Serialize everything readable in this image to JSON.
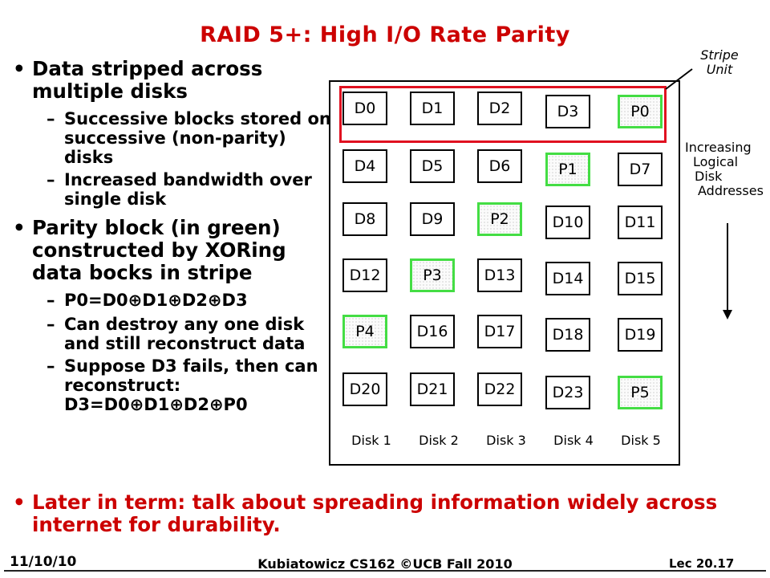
{
  "title": "RAID 5+: High I/O Rate Parity",
  "bullets": [
    {
      "text": "Data stripped across multiple disks",
      "sub": [
        "Successive blocks stored on successive (non-parity) disks",
        "Increased bandwidth over single disk"
      ]
    },
    {
      "text": "Parity block (in green) constructed by XORing data bocks in stripe",
      "sub": [
        "P0=D0⊕D1⊕D2⊕D3",
        "Can destroy any one disk and still reconstruct data",
        "Suppose D3 fails, then can reconstruct: D3=D0⊕D1⊕D2⊕P0"
      ]
    }
  ],
  "later_bullet": "Later in term: talk about spreading information widely across internet for durability.",
  "grid": [
    [
      "D0",
      "D1",
      "D2",
      "D3",
      "P0"
    ],
    [
      "D4",
      "D5",
      "D6",
      "P1",
      "D7"
    ],
    [
      "D8",
      "D9",
      "P2",
      "D10",
      "D11"
    ],
    [
      "D12",
      "P3",
      "D13",
      "D14",
      "D15"
    ],
    [
      "P4",
      "D16",
      "D17",
      "D18",
      "D19"
    ],
    [
      "D20",
      "D21",
      "D22",
      "D23",
      "P5"
    ]
  ],
  "disk_labels": [
    "Disk 1",
    "Disk 2",
    "Disk 3",
    "Disk 4",
    "Disk 5"
  ],
  "stripe_unit_label": [
    "Stripe",
    "Unit"
  ],
  "increasing_label": [
    "Increasing",
    "Logical",
    "Disk",
    "Addresses"
  ],
  "footer": {
    "date": "11/10/10",
    "course": "Kubiatowicz CS162 ©UCB Fall 2010",
    "lecture": "Lec 20.17"
  },
  "colors": {
    "title": "#cc0000",
    "parity_border": "#44dd44",
    "stripe_box": "#e01020"
  }
}
